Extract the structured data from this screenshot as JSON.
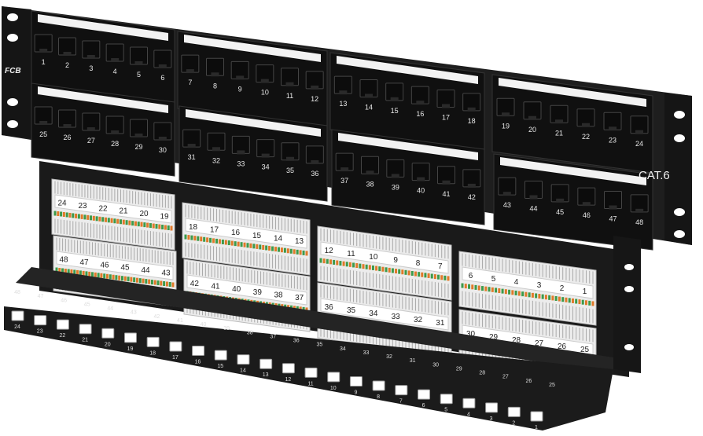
{
  "product": {
    "brand_logo": "FCB",
    "category_label": "CAT.6"
  },
  "front_panel": {
    "top_row_blocks": [
      [
        1,
        2,
        3,
        4,
        5,
        6
      ],
      [
        7,
        8,
        9,
        10,
        11,
        12
      ],
      [
        13,
        14,
        15,
        16,
        17,
        18
      ],
      [
        19,
        20,
        21,
        22,
        23,
        24
      ]
    ],
    "bottom_row_blocks": [
      [
        25,
        26,
        27,
        28,
        29,
        30
      ],
      [
        31,
        32,
        33,
        34,
        35,
        36
      ],
      [
        37,
        38,
        39,
        40,
        41,
        42
      ],
      [
        43,
        44,
        45,
        46,
        47,
        48
      ]
    ]
  },
  "rear_panel": {
    "top_row_blocks": [
      [
        24,
        23,
        22,
        21,
        20,
        19
      ],
      [
        18,
        17,
        16,
        15,
        14,
        13
      ],
      [
        12,
        11,
        10,
        9,
        8,
        7
      ],
      [
        6,
        5,
        4,
        3,
        2,
        1
      ]
    ],
    "bottom_row_blocks": [
      [
        48,
        47,
        46,
        45,
        44,
        43
      ],
      [
        42,
        41,
        40,
        39,
        38,
        37
      ],
      [
        36,
        35,
        34,
        33,
        32,
        31
      ],
      [
        30,
        29,
        28,
        27,
        26,
        25
      ]
    ]
  },
  "cable_manager": {
    "lower_labels": [
      24,
      23,
      22,
      21,
      20,
      19,
      18,
      17,
      16,
      15,
      14,
      13,
      12,
      11,
      10,
      9,
      8,
      7,
      6,
      5,
      4,
      3,
      2,
      1
    ],
    "upper_labels": [
      48,
      47,
      46,
      45,
      44,
      43,
      42,
      41,
      40,
      39,
      38,
      37,
      36,
      35,
      34,
      33,
      32,
      31,
      30,
      29,
      28,
      27,
      26,
      25
    ]
  },
  "colors": {
    "panel": "#1c1c1c",
    "port": "#0c0c0c",
    "label_strip": "#f2f2f2",
    "punchdown": "#ececec",
    "wire_orange": "#e07a2a",
    "wire_green": "#3c9a4a"
  }
}
